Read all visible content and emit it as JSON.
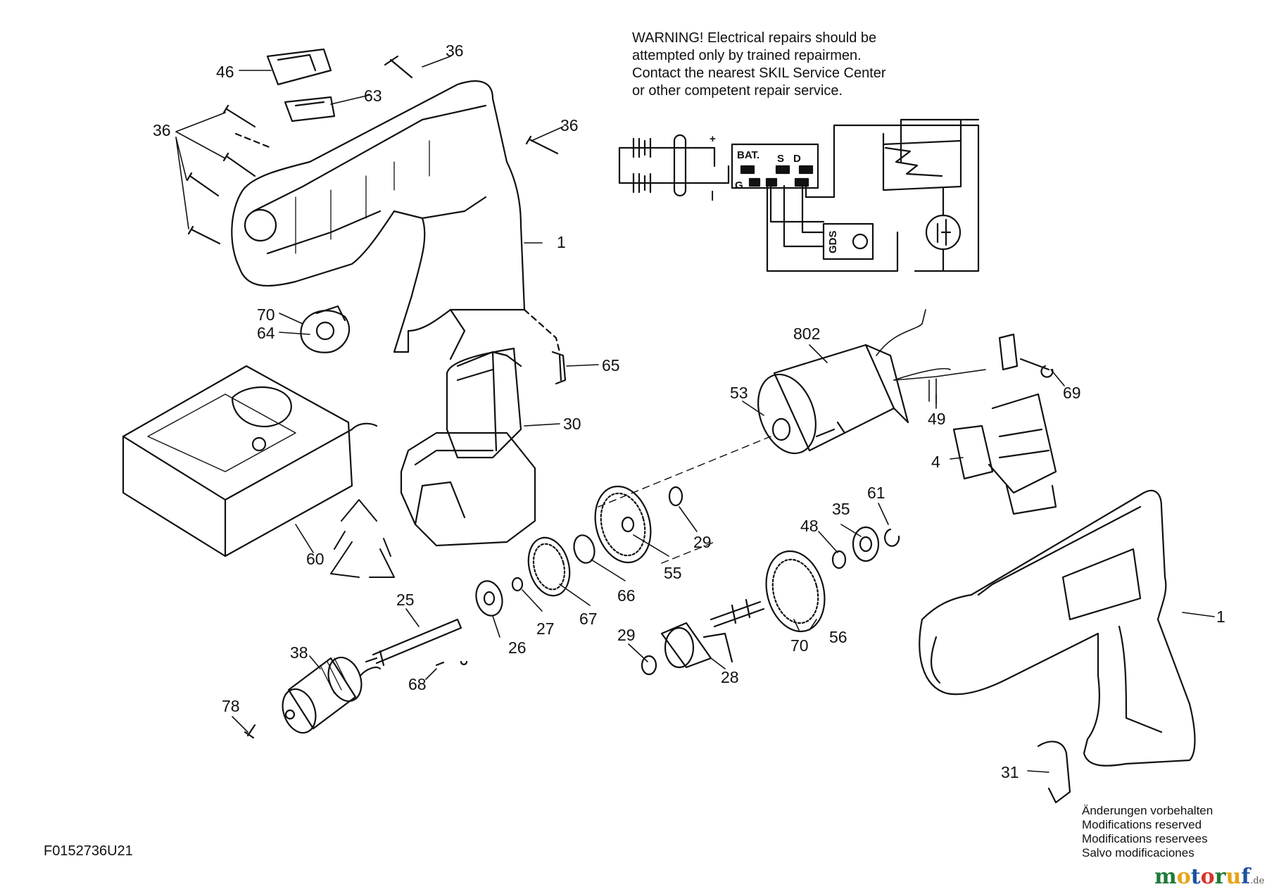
{
  "warning": {
    "lines": [
      "WARNING! Electrical repairs should be",
      "attempted only by trained repairmen.",
      "Contact the nearest SKIL Service Center",
      "or other competent repair service."
    ]
  },
  "schematic": {
    "plus_sign": "+",
    "minus_sign": "|",
    "bat_label": "BAT.",
    "s_label": "S",
    "d_label": "D",
    "g_label": "G",
    "gds_label": "GDS"
  },
  "callouts": {
    "c36a": "36",
    "c46": "46",
    "c63": "63",
    "c36b": "36",
    "c36c": "36",
    "c1a": "1",
    "c70a": "70",
    "c64": "64",
    "c65": "65",
    "c30": "30",
    "c60": "60",
    "c802": "802",
    "c53": "53",
    "c49": "49",
    "c69": "69",
    "c4": "4",
    "c29a": "29",
    "c55": "55",
    "c66": "66",
    "c67": "67",
    "c61": "61",
    "c35": "35",
    "c48": "48",
    "c25": "25",
    "c27": "27",
    "c26": "26",
    "c38": "38",
    "c68": "68",
    "c78": "78",
    "c29b": "29",
    "c28": "28",
    "c70b": "70",
    "c56": "56",
    "c1b": "1",
    "c31": "31"
  },
  "notes": {
    "lines": [
      "Änderungen vorbehalten",
      "Modifications reserved",
      "Modifications reservees",
      "Salvo modificaciones"
    ]
  },
  "figure_id": "F0152736U21",
  "brand": {
    "m": "m",
    "o1": "o",
    "t": "t",
    "o2": "o",
    "r": "r",
    "u": "u",
    "f": "f",
    "tld": ".de"
  }
}
